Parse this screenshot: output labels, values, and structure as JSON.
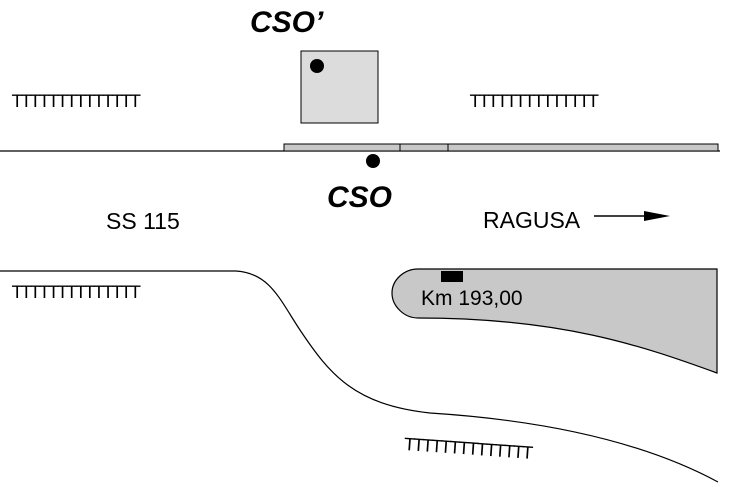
{
  "labels": {
    "cso_prime": "CSO’",
    "cso": "CSO",
    "road": "SS 115",
    "direction": "RAGUSA",
    "km": "Km 193,00"
  },
  "embankment_ticks": "TTTTTTTTTTTTTT",
  "colors": {
    "line": "#000000",
    "fill_gray": "#c8c8c8",
    "box_fill": "#dcdcdc"
  }
}
